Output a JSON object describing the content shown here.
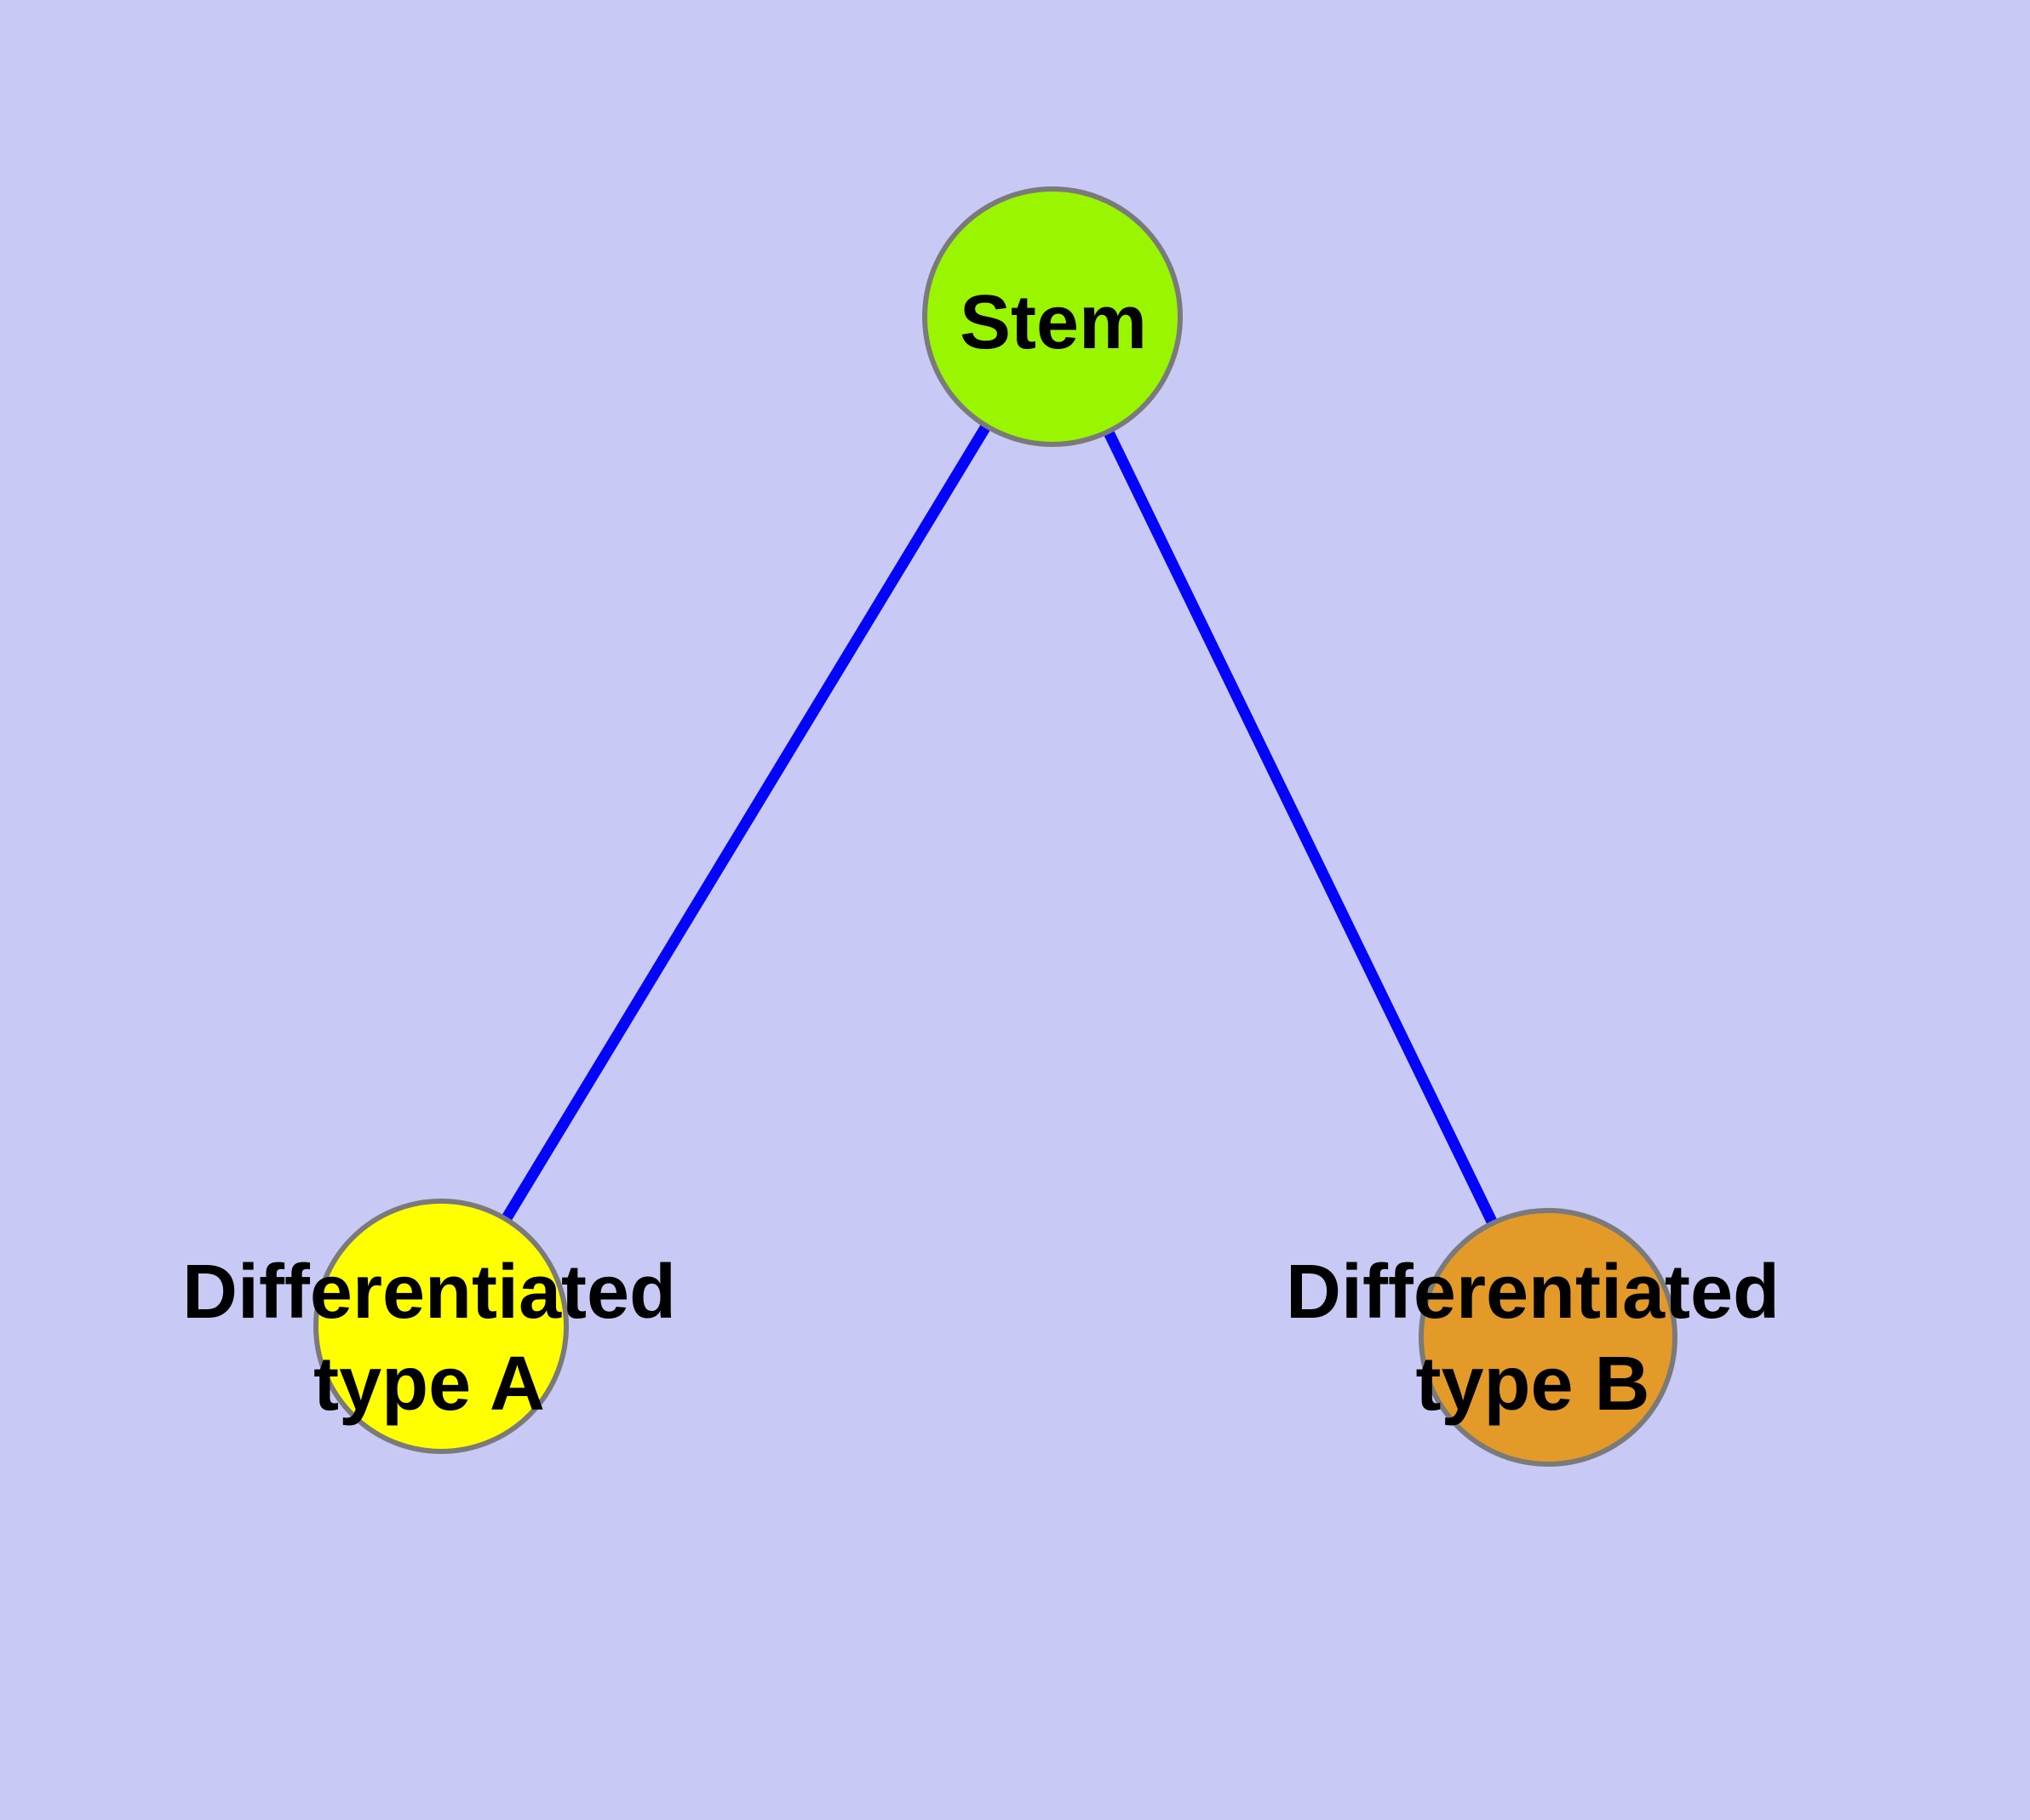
{
  "background_color": "#C9C9F5",
  "graph": {
    "description": "Stem cell differentiation graph: one stem node connected to two differentiated cell-type nodes",
    "nodes": [
      {
        "id": "stem",
        "label": "Stem",
        "lines": [
          "Stem"
        ],
        "fill": "#99F500",
        "border_color": "#7A7A7A",
        "text_color": "#000000"
      },
      {
        "id": "differentiated-type-a",
        "label": "Differentiated type A",
        "lines": [
          "Differentiated",
          "type A"
        ],
        "fill": "#FFFF00",
        "border_color": "#7A7A7A",
        "text_color": "#000000"
      },
      {
        "id": "differentiated-type-b",
        "label": "Differentiated type B",
        "lines": [
          "Differentiated",
          "type B"
        ],
        "fill": "#E39A28",
        "border_color": "#7A7A7A",
        "text_color": "#000000"
      }
    ],
    "edges": [
      {
        "from": "stem",
        "to": "differentiated-type-a",
        "color": "#0404F8"
      },
      {
        "from": "stem",
        "to": "differentiated-type-b",
        "color": "#0404F8"
      }
    ]
  }
}
